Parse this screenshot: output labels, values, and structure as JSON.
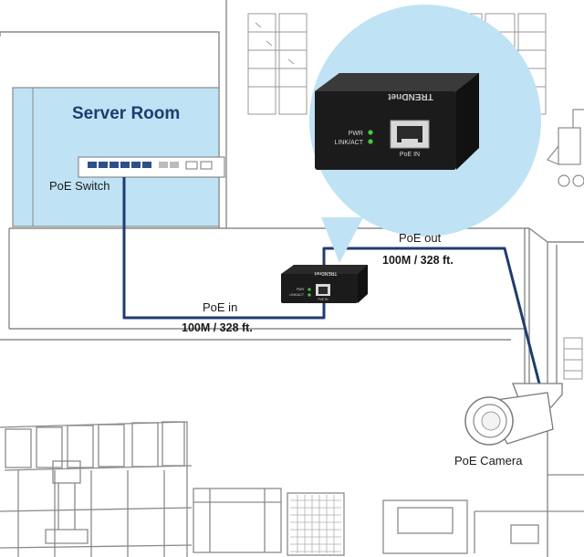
{
  "labels": {
    "server_room": "Server Room",
    "poe_switch": "PoE Switch",
    "poe_in": "PoE in",
    "poe_in_spec": "100M / 328 ft.",
    "poe_out": "PoE out",
    "poe_out_spec": "100M / 328 ft.",
    "poe_camera": "PoE Camera"
  },
  "device": {
    "brand": "TRENDnet",
    "led_pwr": "PWR",
    "led_link": "LINK/ACT",
    "port": "PoE IN"
  },
  "colors": {
    "server_room_fill": "#bfe3f4",
    "callout_fill": "#bfe3f4",
    "cable": "#1f3c70",
    "device_body": "#1b1b1b",
    "led": "#46c846",
    "line_art": "#8a8a8a"
  }
}
